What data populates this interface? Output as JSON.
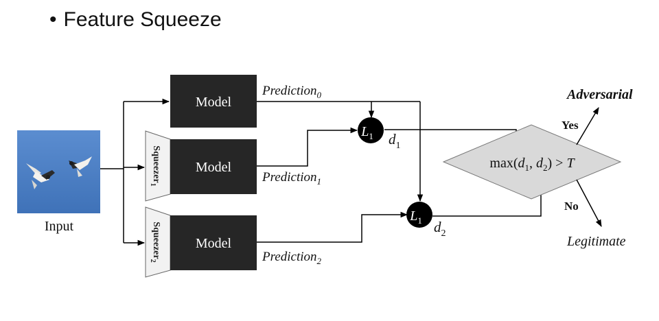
{
  "title": {
    "bullet": "•",
    "text": "Feature Squeeze"
  },
  "input": {
    "label": "Input"
  },
  "squeezers": [
    {
      "label": "Squeezer",
      "sub": "1"
    },
    {
      "label": "Squeezer",
      "sub": "2"
    }
  ],
  "models": [
    {
      "label": "Model"
    },
    {
      "label": "Model"
    },
    {
      "label": "Model"
    }
  ],
  "predictions": [
    {
      "label": "Prediction",
      "sub": "0"
    },
    {
      "label": "Prediction",
      "sub": "1"
    },
    {
      "label": "Prediction",
      "sub": "2"
    }
  ],
  "l1_nodes": [
    {
      "label": "L",
      "sub": "1"
    },
    {
      "label": "L",
      "sub": "1"
    }
  ],
  "distances": [
    {
      "label": "d",
      "sub": "1"
    },
    {
      "label": "d",
      "sub": "2"
    }
  ],
  "decision": {
    "open": "max(",
    "d1": "d",
    "d1_sub": "1",
    "comma": ", ",
    "d2": "d",
    "d2_sub": "2",
    "close": ") > ",
    "threshold": "T"
  },
  "outcomes": {
    "yes_label": "Yes",
    "no_label": "No",
    "adversarial": "Adversarial",
    "legitimate": "Legitimate"
  },
  "colors": {
    "model_fill": "#262626",
    "node_fill": "#000000",
    "diamond_fill": "#d9d9d9",
    "squeezer_fill": "#f2f2f2",
    "sky": "#4d7fc4"
  }
}
